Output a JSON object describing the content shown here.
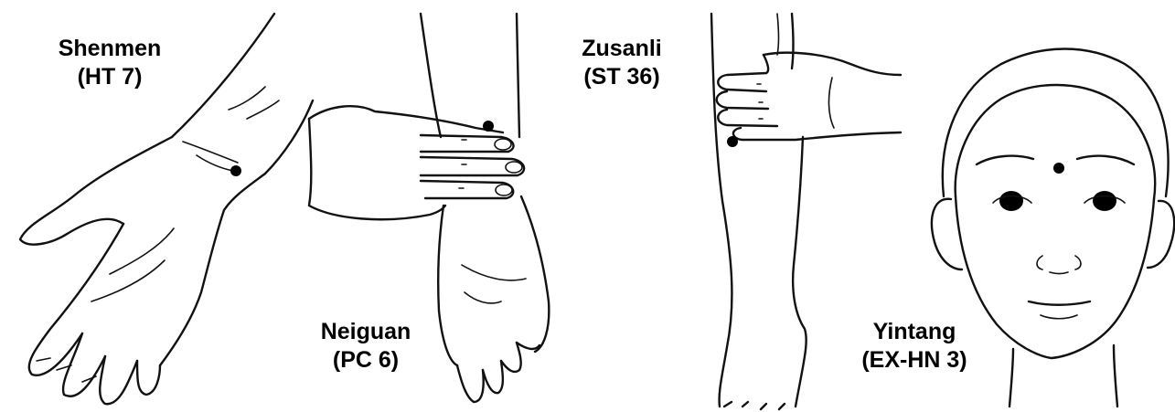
{
  "points": [
    {
      "id": "shenmen",
      "name": "Shenmen",
      "code": "(HT 7)"
    },
    {
      "id": "neiguan",
      "name": "Neiguan",
      "code": "(PC 6)"
    },
    {
      "id": "zusanli",
      "name": "Zusanli",
      "code": "(ST 36)"
    },
    {
      "id": "yintang",
      "name": "Yintang",
      "code": "(EX-HN 3)"
    }
  ],
  "colors": {
    "line": "#111111",
    "dot": "#000000",
    "background": "#ffffff"
  }
}
